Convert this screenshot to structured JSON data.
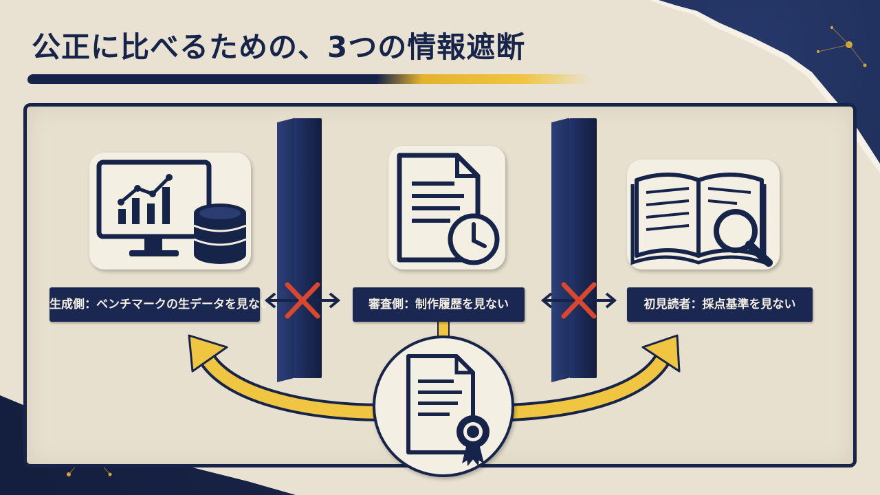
{
  "title": "公正に比べるための、3つの情報遮断",
  "blocks": [
    {
      "id": "generator",
      "label": "生成側：ベンチマークの生データを見ない",
      "icon": "monitor-chart-database-icon"
    },
    {
      "id": "reviewer",
      "label": "審査側：制作履歴を見ない",
      "icon": "document-clock-icon"
    },
    {
      "id": "reader",
      "label": "初見読者：採点基準を見ない",
      "icon": "open-book-magnifier-icon"
    }
  ],
  "center_icon": "certificate-document-icon",
  "barrier_icon": "blocked-cross-icon",
  "colors": {
    "navy": "#1a2750",
    "paper": "#e9e2d3",
    "gold": "#f0c542",
    "cross": "#d9472e"
  }
}
